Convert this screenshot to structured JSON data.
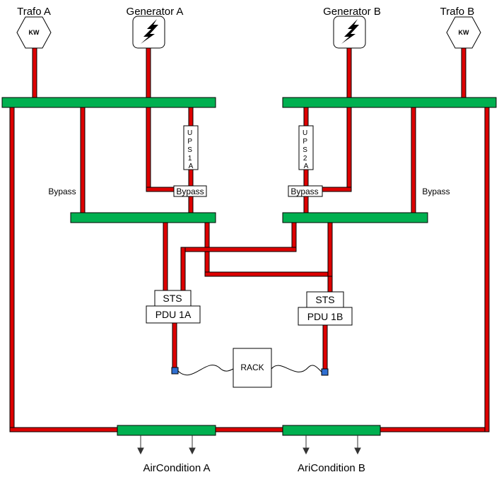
{
  "sources": {
    "trafo_a": {
      "label": "Trafo A",
      "icon_text": "KW"
    },
    "generator_a": {
      "label": "Generator A",
      "icon": "lightning-bolt-icon"
    },
    "generator_b": {
      "label": "Generator B",
      "icon": "lightning-bolt-icon"
    },
    "trafo_b": {
      "label": "Trafo B",
      "icon_text": "KW"
    }
  },
  "labels": {
    "bypass_left": "Bypass",
    "bypass_right": "Bypass",
    "bypass_box_a": "Bypass",
    "bypass_box_b": "Bypass",
    "ups_a": [
      "U",
      "P",
      "S",
      "1",
      "A"
    ],
    "ups_b": [
      "U",
      "P",
      "S",
      "2",
      "A"
    ],
    "sts_a": "STS",
    "sts_b": "STS",
    "pdu_a": "PDU 1A",
    "pdu_b": "PDU 1B",
    "rack": "RACK",
    "aircondition_a": "AirCondition A",
    "aircondition_b": "AriCondition B"
  },
  "colors": {
    "cable": "#dd0000",
    "bus": "#00b050",
    "connector": "#2f6fd1",
    "outline": "#000000"
  }
}
